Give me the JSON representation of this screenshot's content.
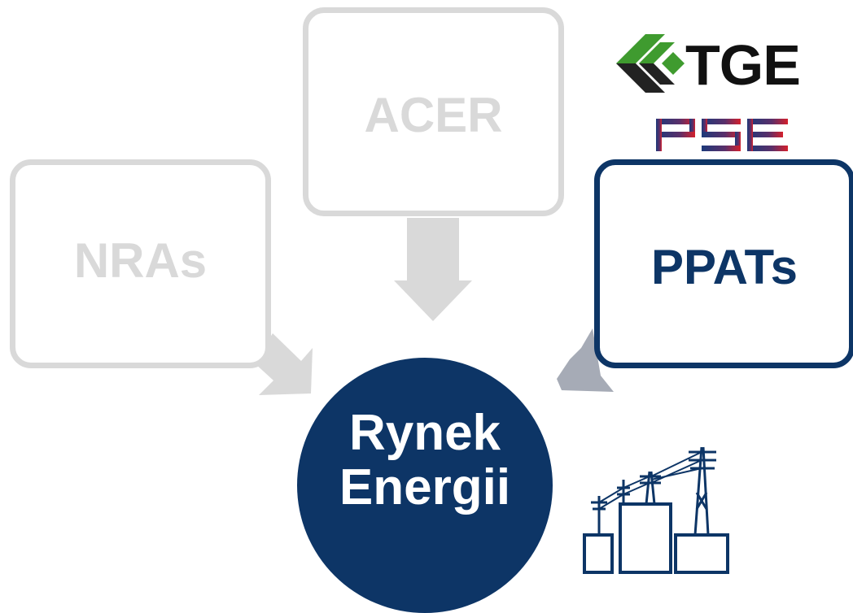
{
  "nodes": {
    "acer": "ACER",
    "nras": "NRAs",
    "ppats": "PPATs",
    "center_line1": "Rynek",
    "center_line2": "Energii"
  },
  "logos": {
    "tge": "TGE",
    "pse": "PSE"
  },
  "icons": [
    "tge-logo-icon",
    "pse-logo-icon",
    "power-grid-icon"
  ],
  "colors": {
    "navy": "#0d3566",
    "faded_gray": "#d9d9d9",
    "arrow_gray": "#a6abb6",
    "tge_green": "#3f9b2f",
    "pse_red": "#d4202c"
  }
}
